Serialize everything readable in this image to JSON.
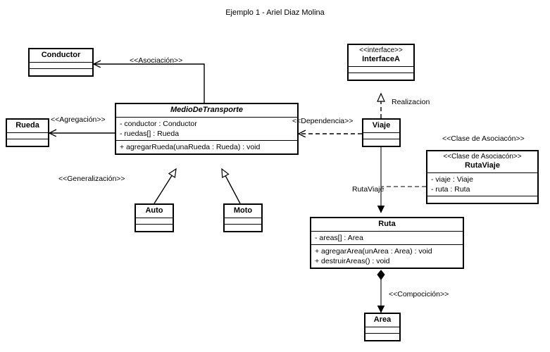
{
  "diagram": {
    "title": "Ejemplo 1 - Ariel Diaz Molina",
    "type": "uml-class-diagram",
    "colors": {
      "stroke": "#000000",
      "fill": "#ffffff",
      "background": "#ffffff"
    }
  },
  "classes": {
    "conductor": {
      "name": "Conductor",
      "stereotype": "",
      "attributes": [],
      "operations": []
    },
    "rueda": {
      "name": "Rueda",
      "stereotype": "",
      "attributes": [],
      "operations": []
    },
    "medio": {
      "name": "MedioDeTransporte",
      "stereotype": "",
      "abstract": true,
      "attributes": [
        "- conductor : Conductor",
        "- ruedas[] : Rueda"
      ],
      "operations": [
        "+ agregarRueda(unaRueda : Rueda) : void"
      ]
    },
    "auto": {
      "name": "Auto",
      "stereotype": "",
      "attributes": [],
      "operations": []
    },
    "moto": {
      "name": "Moto",
      "stereotype": "",
      "attributes": [],
      "operations": []
    },
    "interfacea": {
      "name": "InterfaceA",
      "stereotype": "<<interface>>",
      "attributes": [],
      "operations": []
    },
    "viaje": {
      "name": "Viaje",
      "stereotype": "",
      "attributes": [],
      "operations": []
    },
    "rutaviaje": {
      "name": "RutaViaje",
      "stereotype": "<<Clase de Asociacón>>",
      "attributes": [
        "- viaje : Viaje",
        "- ruta : Ruta"
      ],
      "operations": []
    },
    "ruta": {
      "name": "Ruta",
      "stereotype": "",
      "attributes": [
        "- areas[] : Area"
      ],
      "operations": [
        "+ agregarArea(unArea : Area) : void",
        "+ destruirAreas() : void"
      ]
    },
    "area": {
      "name": "Area",
      "stereotype": "",
      "attributes": [],
      "operations": []
    }
  },
  "relationships": {
    "asociacion": {
      "label": "<<Asociación>>",
      "from": "MedioDeTransporte",
      "to": "Conductor",
      "kind": "association"
    },
    "agregacion": {
      "label": "<<Agregación>>",
      "from": "MedioDeTransporte",
      "to": "Rueda",
      "kind": "aggregation"
    },
    "generalizacion": {
      "label": "<<Generalización>>",
      "from": "Auto, Moto",
      "to": "MedioDeTransporte",
      "kind": "generalization"
    },
    "dependencia": {
      "label": "<<Dependencia>>",
      "from": "Viaje",
      "to": "MedioDeTransporte",
      "kind": "dependency"
    },
    "realizacion": {
      "label": "Realizacion",
      "from": "Viaje",
      "to": "InterfaceA",
      "kind": "realization"
    },
    "rutaviaje_assoc": {
      "label": "RutaViaje",
      "from": "Viaje",
      "to": "Ruta",
      "kind": "association"
    },
    "clase_asoc": {
      "label": "<<Clase de Asociacón>>",
      "from": "RutaViaje",
      "to": "RutaViaje link",
      "kind": "association-class"
    },
    "compocicion": {
      "label": "<<Compocición>>",
      "from": "Ruta",
      "to": "Area",
      "kind": "composition"
    }
  }
}
